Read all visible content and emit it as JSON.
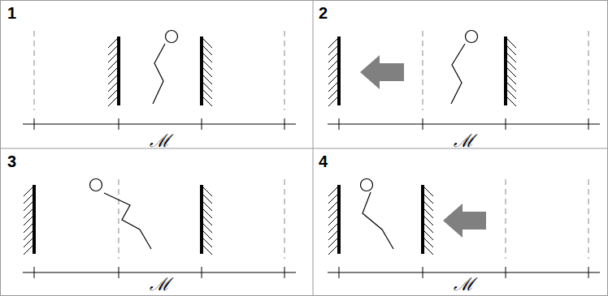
{
  "diagram": {
    "labels": [
      "1",
      "ℳ",
      "2",
      "ℳ",
      "3",
      "ℳ",
      "4",
      "ℳ"
    ]
  }
}
